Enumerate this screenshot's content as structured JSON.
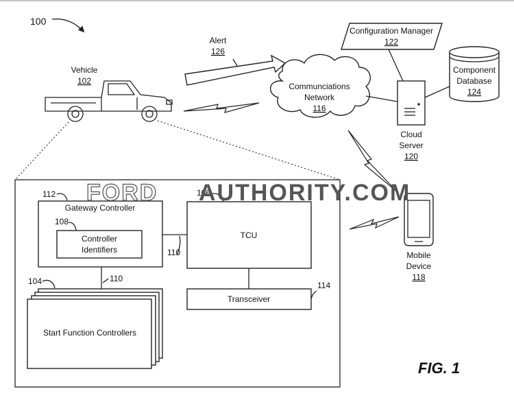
{
  "figure": {
    "ref_main": "100",
    "fig_label": "FIG. 1",
    "watermark": {
      "part1": "FORD",
      "part2": "AUTHORITY.COM"
    }
  },
  "vehicle": {
    "label": "Vehicle",
    "ref": "102"
  },
  "alert": {
    "label": "Alert",
    "ref": "126"
  },
  "network": {
    "line1": "Communciations",
    "line2": "Network",
    "ref": "116"
  },
  "config_manager": {
    "label": "Configuration Manager",
    "ref": "122"
  },
  "component_db": {
    "line1": "Component",
    "line2": "Database",
    "ref": "124"
  },
  "cloud_server": {
    "line1": "Cloud",
    "line2": "Server",
    "ref": "120"
  },
  "mobile": {
    "line1": "Mobile",
    "line2": "Device",
    "ref": "118"
  },
  "gateway": {
    "label": "Gateway Controller",
    "ref": "112"
  },
  "controller_ids": {
    "line1": "Controller",
    "line2": "Identifiers",
    "ref": "108"
  },
  "tcu": {
    "label": "TCU",
    "ref": "106"
  },
  "bus": {
    "ref_a": "110",
    "ref_b": "110"
  },
  "start_controllers": {
    "label": "Start Function Controllers",
    "ref": "104"
  },
  "transceiver": {
    "label": "Transceiver",
    "ref": "114"
  }
}
